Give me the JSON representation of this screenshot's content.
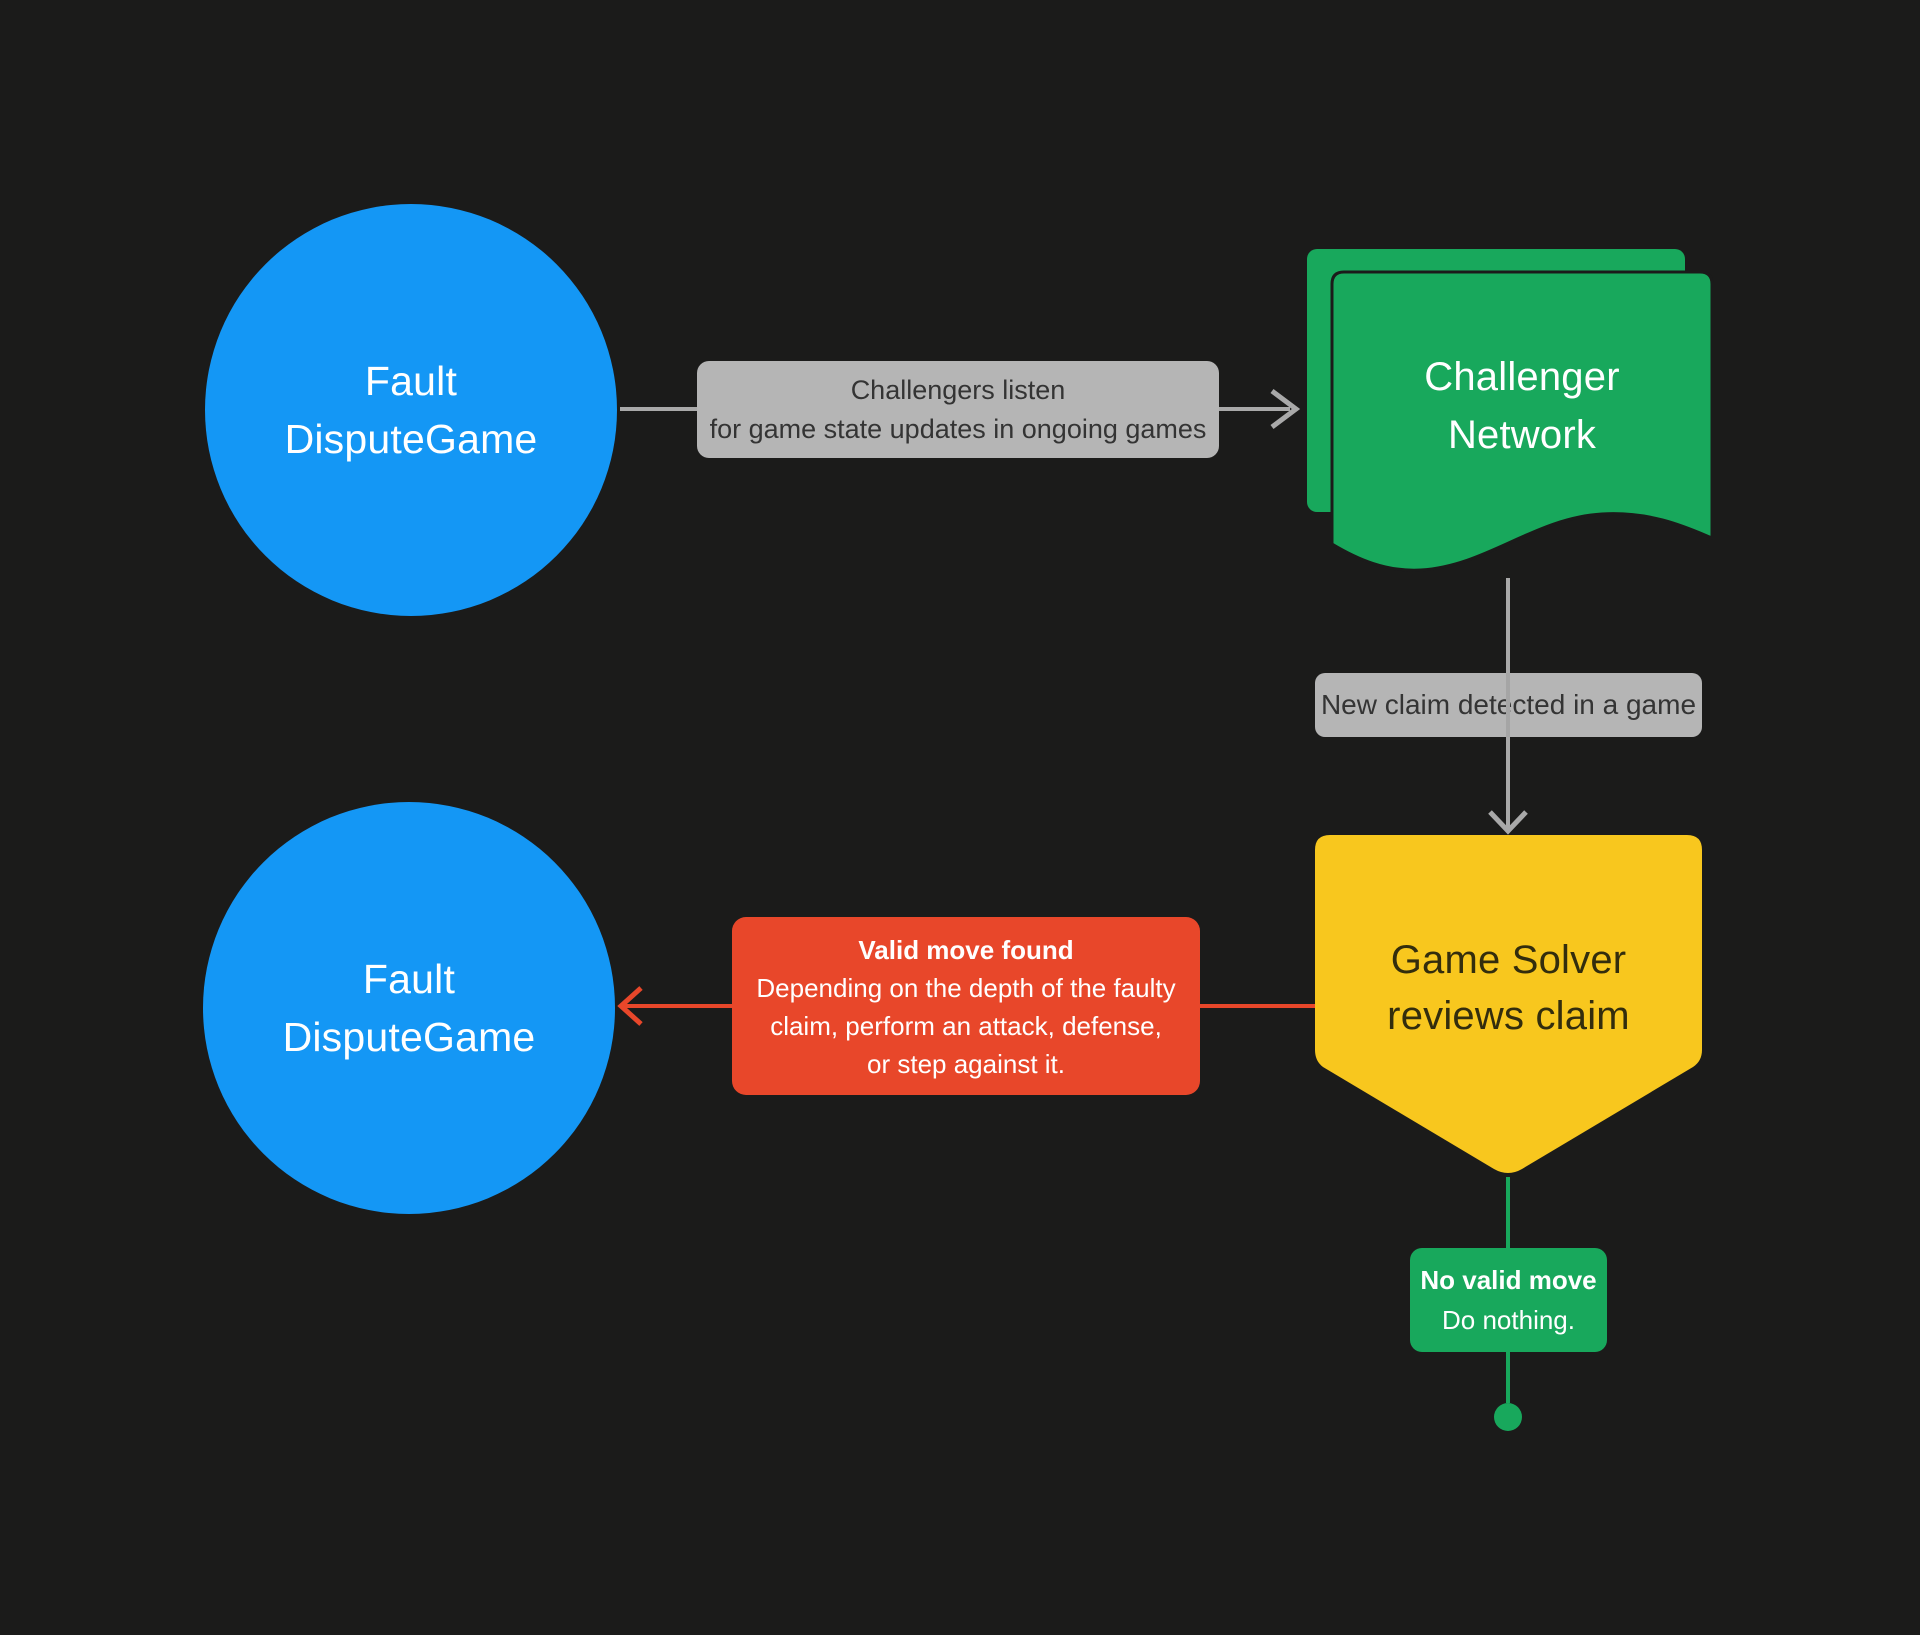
{
  "canvas": {
    "background": "#1b1b1a"
  },
  "palette": {
    "blue": "#1497f5",
    "green": "#18a85c",
    "yellow": "#f8c71e",
    "red": "#e8472a",
    "gray_box": "#b5b5b5",
    "gray_line": "#a9a9a9",
    "dark_text": "#343434",
    "yellow_text": "#332d0d",
    "white": "#ffffff"
  },
  "nodes": {
    "fault_top": {
      "line1": "Fault",
      "line2": "DisputeGame"
    },
    "challenger": {
      "line1": "Challenger",
      "line2": "Network"
    },
    "game_solver": {
      "line1": "Game Solver",
      "line2": "reviews claim"
    },
    "fault_bottom": {
      "line1": "Fault",
      "line2": "DisputeGame"
    }
  },
  "labels": {
    "listen": {
      "line1": "Challengers listen",
      "line2": "for game state updates in ongoing games"
    },
    "new_claim": {
      "text": "New claim detected in a game"
    },
    "valid_move": {
      "title": "Valid move found",
      "line1": "Depending on the depth of the faulty",
      "line2": "claim, perform an attack, defense,",
      "line3": "or step against it."
    },
    "no_valid_move": {
      "title": "No valid move",
      "line1": "Do nothing."
    }
  }
}
